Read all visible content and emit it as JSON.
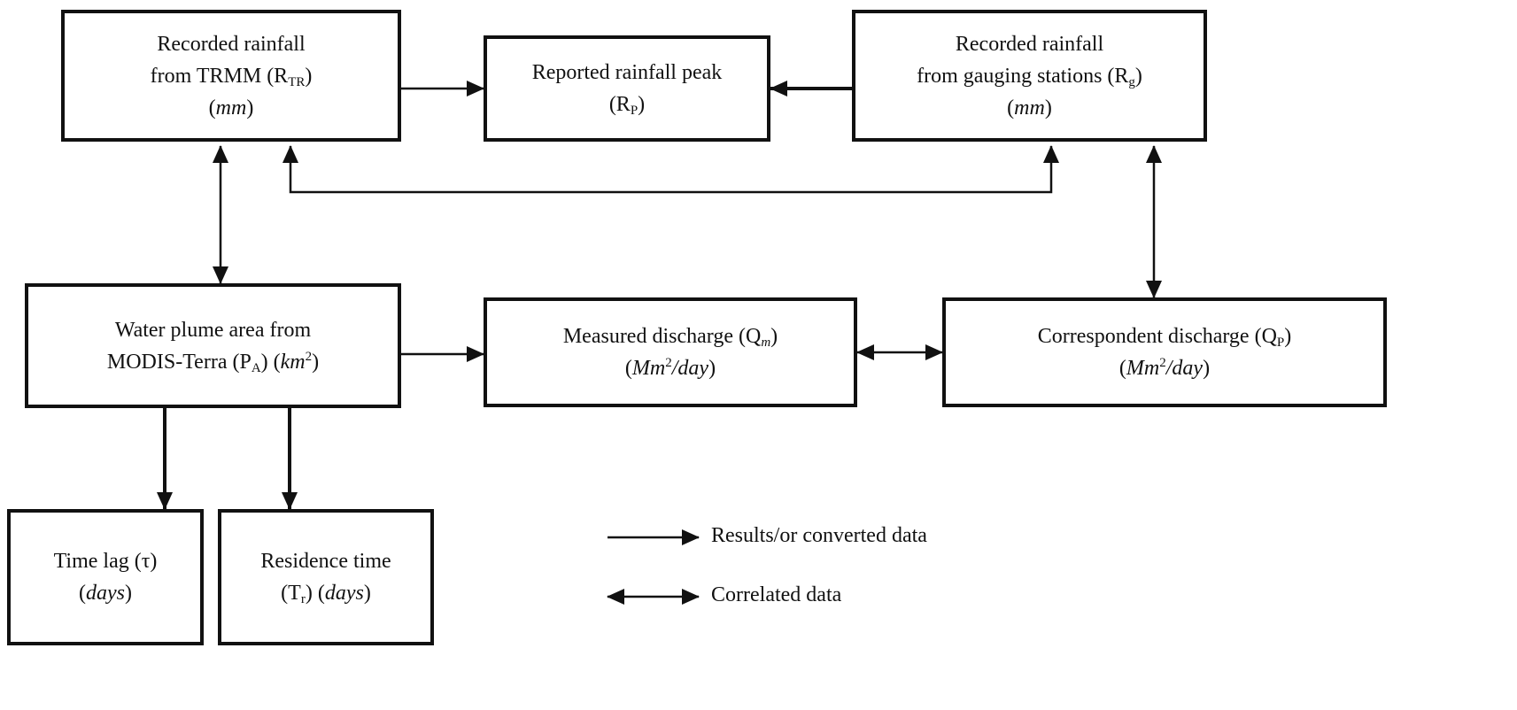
{
  "boxes": {
    "trmm": {
      "line1": "Recorded rainfall",
      "line2": "from TRMM (R",
      "line2_sub": "TR",
      "line2_end": ")",
      "line3": "mm"
    },
    "peak": {
      "line1": "Reported rainfall peak",
      "line2": "(R",
      "line2_sub": "P",
      "line2_end": ")"
    },
    "gauging": {
      "line1": "Recorded rainfall",
      "line2": "from gauging stations (R",
      "line2_sub": "g",
      "line2_end": ")",
      "line3": "mm"
    },
    "plume": {
      "line1": "Water plume area from",
      "line2": "MODIS-Terra (P",
      "line2_sub": "A",
      "line2_mid": ") (",
      "line2_unit": "km",
      "line2_sup": "2",
      "line2_end": ")"
    },
    "measured": {
      "line1": "Measured discharge (Q",
      "line1_sub": "m",
      "line1_end": ")",
      "line2_open": "(",
      "line2_unit": "Mm",
      "line2_sup": "2",
      "line2_unit2": "/day",
      "line2_end": ")"
    },
    "correspondent": {
      "line1": "Correspondent discharge (Q",
      "line1_sub": "P",
      "line1_end": ")",
      "line2_open": "(",
      "line2_unit": "Mm",
      "line2_sup": "2",
      "line2_unit2": "/day",
      "line2_end": ")"
    },
    "timelag": {
      "line1": "Time lag (τ)",
      "line2_open": "(",
      "line2_unit": "days",
      "line2_end": ")"
    },
    "residence": {
      "line1": "Residence time",
      "line2": "(T",
      "line2_sub": "r",
      "line2_mid": ") (",
      "line2_unit": "days",
      "line2_end": ")"
    }
  },
  "legend": {
    "single_arrow_label": "Results/or converted data",
    "double_arrow_label": "Correlated data"
  },
  "colors": {
    "ink": "#111111",
    "background": "#ffffff"
  }
}
